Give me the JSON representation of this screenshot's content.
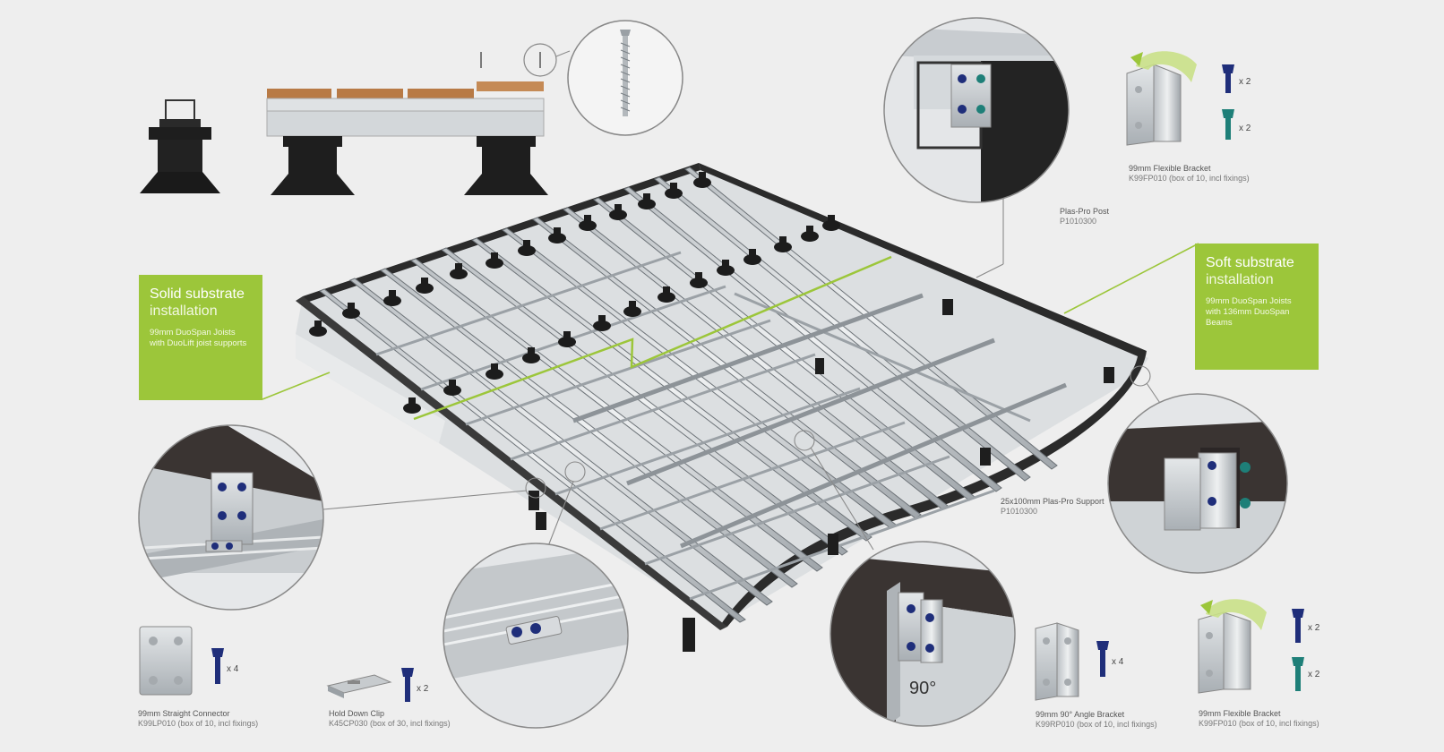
{
  "panels": {
    "solid": {
      "title_line1": "Solid substrate",
      "title_line2": "installation",
      "body": "99mm DuoSpan Joists with DuoLift joist supports"
    },
    "soft": {
      "title_line1": "Soft substrate",
      "title_line2": "installation",
      "body": "99mm DuoSpan Joists with 136mm DuoSpan Beams"
    }
  },
  "labels": {
    "flex_bracket_top": {
      "name": "99mm Flexible Bracket",
      "code": "K99FP010 (box of 10, incl fixings)"
    },
    "post": {
      "name": "Plas-Pro Post",
      "code": "P1010300"
    },
    "support": {
      "name": "25x100mm Plas-Pro Support",
      "code": "P1010300"
    },
    "straight_connector": {
      "name": "99mm Straight Connector",
      "code": "K99LP010 (box of 10, incl fixings)"
    },
    "hold_down": {
      "name": "Hold Down Clip",
      "code": "K45CP030 (box of 30, incl fixings)"
    },
    "angle_bracket": {
      "name": "99mm 90° Angle Bracket",
      "code": "K99RP010 (box of 10, incl fixings)"
    },
    "flex_bracket_bottom": {
      "name": "99mm Flexible Bracket",
      "code": "K99FP010 (box of 10, incl fixings)"
    }
  },
  "quantities": {
    "flex_top_screw_blue": "x 2",
    "flex_top_screw_teal": "x 2",
    "straight_screw": "x 4",
    "hold_down_screw": "x 2",
    "angle_screw": "x 4",
    "flex_bottom_screw_blue": "x 2",
    "flex_bottom_screw_teal": "x 2"
  },
  "angle_label": "90°",
  "colors": {
    "background": "#eeeeee",
    "accent_green": "#9cc63a",
    "aluminium": "#cfd3d6",
    "frame_dark": "#2a2a2a",
    "timber": "#b87a45",
    "screw_blue": "#1f2e7a",
    "screw_teal": "#1e7f78"
  }
}
